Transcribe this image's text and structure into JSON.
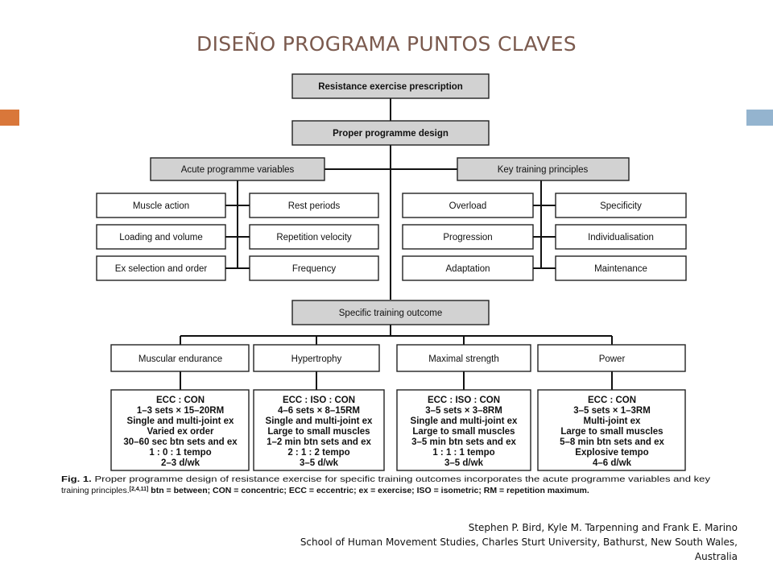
{
  "title": "DISEÑO PROGRAMA PUNTOS CLAVES",
  "diagram": {
    "root": "Resistance exercise prescription",
    "design": "Proper programme design",
    "acute_heading": "Acute programme variables",
    "key_heading": "Key training principles",
    "acute_left": [
      "Muscle action",
      "Loading and volume",
      "Ex selection and order"
    ],
    "acute_right": [
      "Rest periods",
      "Repetition velocity",
      "Frequency"
    ],
    "key_left": [
      "Overload",
      "Progression",
      "Adaptation"
    ],
    "key_right": [
      "Specificity",
      "Individualisation",
      "Maintenance"
    ],
    "outcome": "Specific training outcome",
    "goals": [
      {
        "name": "Muscular endurance",
        "details": [
          "ECC : CON",
          "1–3 sets × 15–20RM",
          "Single and multi-joint ex",
          "Varied ex order",
          "30–60 sec btn sets and ex",
          "1 : 0 : 1 tempo",
          "2–3 d/wk"
        ]
      },
      {
        "name": "Hypertrophy",
        "details": [
          "ECC : ISO : CON",
          "4–6 sets × 8–15RM",
          "Single and multi-joint ex",
          "Large to small muscles",
          "1–2 min btn sets and ex",
          "2 : 1 : 2 tempo",
          "3–5 d/wk"
        ]
      },
      {
        "name": "Maximal strength",
        "details": [
          "ECC : ISO : CON",
          "3–5 sets × 3–8RM",
          "Single and multi-joint ex",
          "Large to small muscles",
          "3–5 min btn sets and ex",
          "1 : 1 : 1 tempo",
          "3–5 d/wk"
        ]
      },
      {
        "name": "Power",
        "details": [
          "ECC : CON",
          "3–5 sets × 1–3RM",
          "Multi-joint ex",
          "Large to small muscles",
          "5–8 min btn sets and ex",
          "Explosive tempo",
          "4–6 d/wk"
        ]
      }
    ]
  },
  "caption": {
    "fig": "Fig. 1.",
    "text1": " Proper programme design of resistance exercise for specific training outcomes incorporates the acute programme variables and key",
    "text2": "training principles.",
    "refs": "[2,4,11]",
    "text3": " btn = between; CON = concentric; ECC = eccentric; ex = exercise; ISO = isometric; RM = repetition maximum."
  },
  "credit": {
    "authors": "Stephen P. Bird, Kyle M. Tarpenning and Frank E. Marino",
    "affiliation": "School of Human Movement Studies, Charles Sturt University, Bathurst, New South Wales, Australia"
  },
  "colors": {
    "title": "#7b5a4e",
    "accent_left": "#d9773a",
    "accent_right": "#94b4cf",
    "header_fill": "#d2d2d2"
  }
}
